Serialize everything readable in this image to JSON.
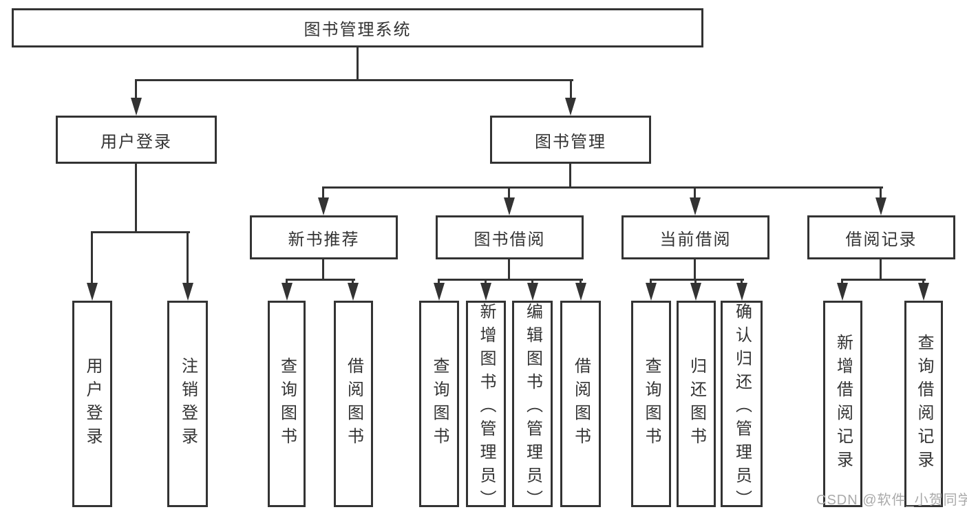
{
  "title": "图书管理系统",
  "nodes": {
    "root": {
      "label": "图书管理系统"
    },
    "level2": [
      {
        "label": "用户登录"
      },
      {
        "label": "图书管理"
      }
    ],
    "level3": [
      {
        "label": "新书推荐",
        "parent": "图书管理"
      },
      {
        "label": "图书借阅",
        "parent": "图书管理"
      },
      {
        "label": "当前借阅",
        "parent": "图书管理"
      },
      {
        "label": "借阅记录",
        "parent": "图书管理"
      }
    ],
    "leaves": [
      {
        "label": "用户登录",
        "parent": "用户登录"
      },
      {
        "label": "注销登录",
        "parent": "用户登录"
      },
      {
        "label": "查询图书",
        "parent": "新书推荐"
      },
      {
        "label": "借阅图书",
        "parent": "新书推荐"
      },
      {
        "label": "查询图书",
        "parent": "图书借阅"
      },
      {
        "label": "新增图书（管理员）",
        "parent": "图书借阅"
      },
      {
        "label": "编辑图书（管理员）",
        "parent": "图书借阅"
      },
      {
        "label": "借阅图书",
        "parent": "图书借阅"
      },
      {
        "label": "查询图书",
        "parent": "当前借阅"
      },
      {
        "label": "归还图书",
        "parent": "当前借阅"
      },
      {
        "label": "确认归还（管理员）",
        "parent": "当前借阅"
      },
      {
        "label": "新增借阅记录",
        "parent": "借阅记录"
      },
      {
        "label": "查询借阅记录",
        "parent": "借阅记录"
      }
    ]
  },
  "watermark": "CSDN @软件_小贺同学",
  "colors": {
    "line": "#333333",
    "text": "#333333",
    "watermark": "#aaaaaa",
    "background": "#ffffff"
  }
}
